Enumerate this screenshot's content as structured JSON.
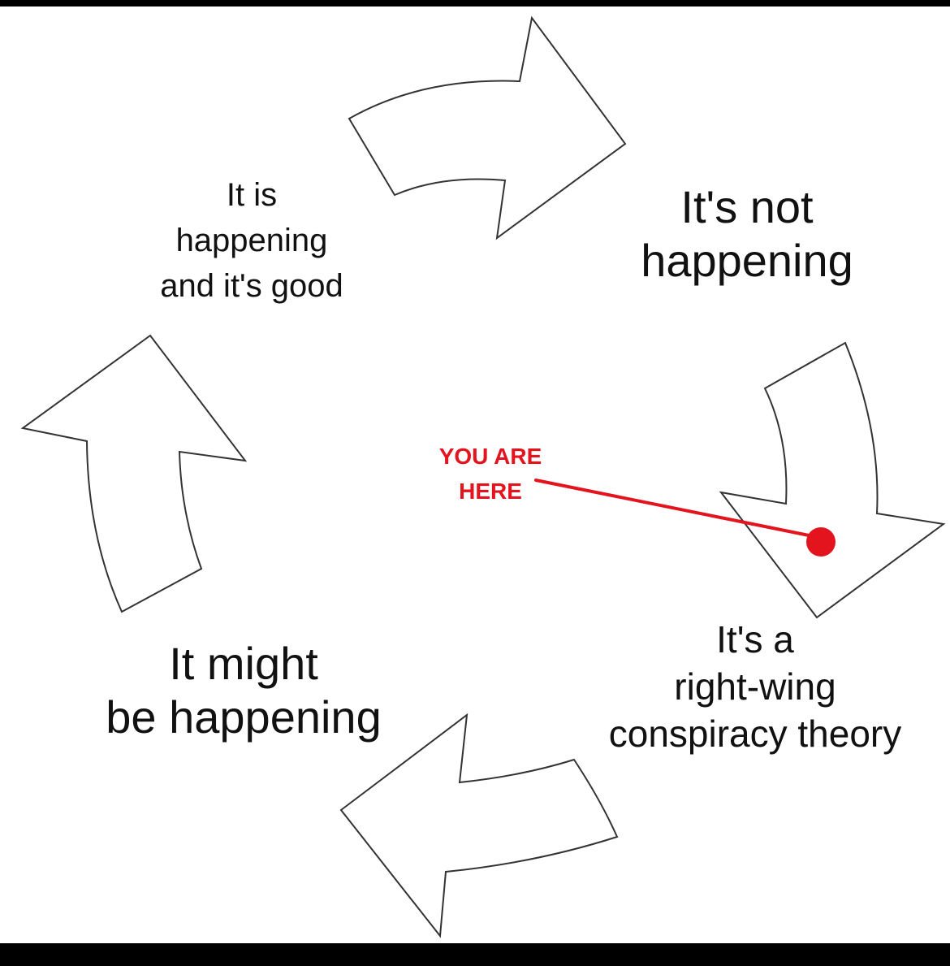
{
  "stages": [
    {
      "text": "It is\nhappening\nand it's good"
    },
    {
      "text": "It's not\nhappening"
    },
    {
      "text": "It's a\nright-wing\nconspiracy theory"
    },
    {
      "text": "It might\nbe happening"
    }
  ],
  "marker": {
    "label": "YOU ARE\nHERE",
    "color": "#e3141e"
  },
  "colors": {
    "background": "#ffffff",
    "frame": "#000000",
    "arrow_fill": "#ffffff",
    "arrow_outline": "#333333",
    "text": "#111111"
  }
}
